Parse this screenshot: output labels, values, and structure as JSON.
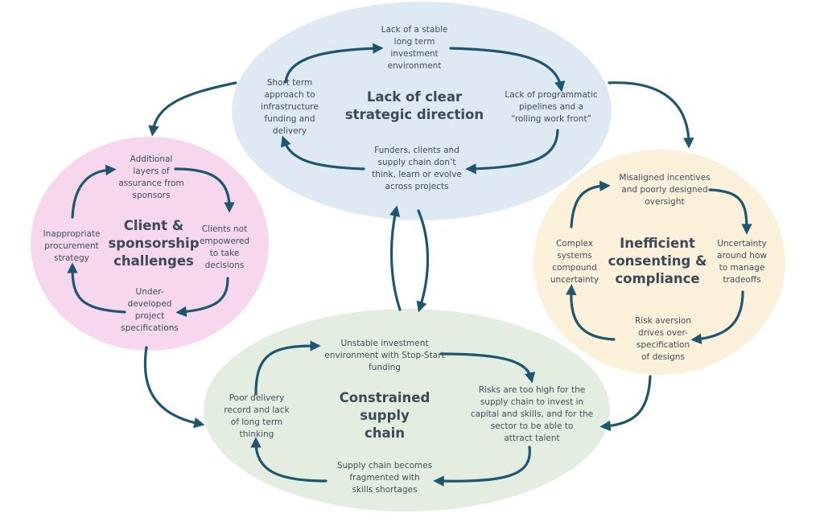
{
  "clusters": {
    "strategic": {
      "title": "Lack of clear\nstrategic direction",
      "nodes": [
        "Lack of a stable\nlong term\ninvestment\nenvironment",
        "Lack of programmatic\npipelines and a\n“rolling work front”",
        "Funders, clients and\nsupply chain don’t\nthink, learn or evolve\nacross projects",
        "Short term\napproach to\ninfrastructure\nfunding and\ndelivery"
      ]
    },
    "client": {
      "title": "Client &\nsponsorship\nchallenges",
      "nodes": [
        "Additional\nlayers of\nassurance from\nsponsors",
        "Clients not\nempowered\nto take\ndecisions",
        "Under-\ndeveloped\nproject\nspecifications",
        "Inappropriate\nprocurement\nstrategy"
      ]
    },
    "consenting": {
      "title": "Inefficient\nconsenting &\ncompliance",
      "nodes": [
        "Misaligned incentives\nand poorly designed\noversight",
        "Uncertainty\naround how\nto manage\ntradeoffs",
        "Risk aversion\ndrives over-\nspecification\nof designs",
        "Complex\nsystems\ncompound\nuncertainty"
      ]
    },
    "supply": {
      "title": "Constrained\nsupply\nchain",
      "nodes": [
        "Unstable investment\nenvironment with Stop-Start\nfunding",
        "Risks are too high for the\nsupply chain to invest in\ncapital and skills, and for the\nsector to be able to\nattract talent",
        "Supply chain becomes\nfragmented with\nskills shortages",
        "Poor delivery\nrecord and lack\nof long term\nthinking"
      ]
    }
  },
  "colors": {
    "arrow": "#1e5670",
    "strategic_fill": "#dfe9f4",
    "client_fill": "#f6d7ee",
    "consenting_fill": "#fbf0da",
    "supply_fill": "#e3eee1"
  }
}
